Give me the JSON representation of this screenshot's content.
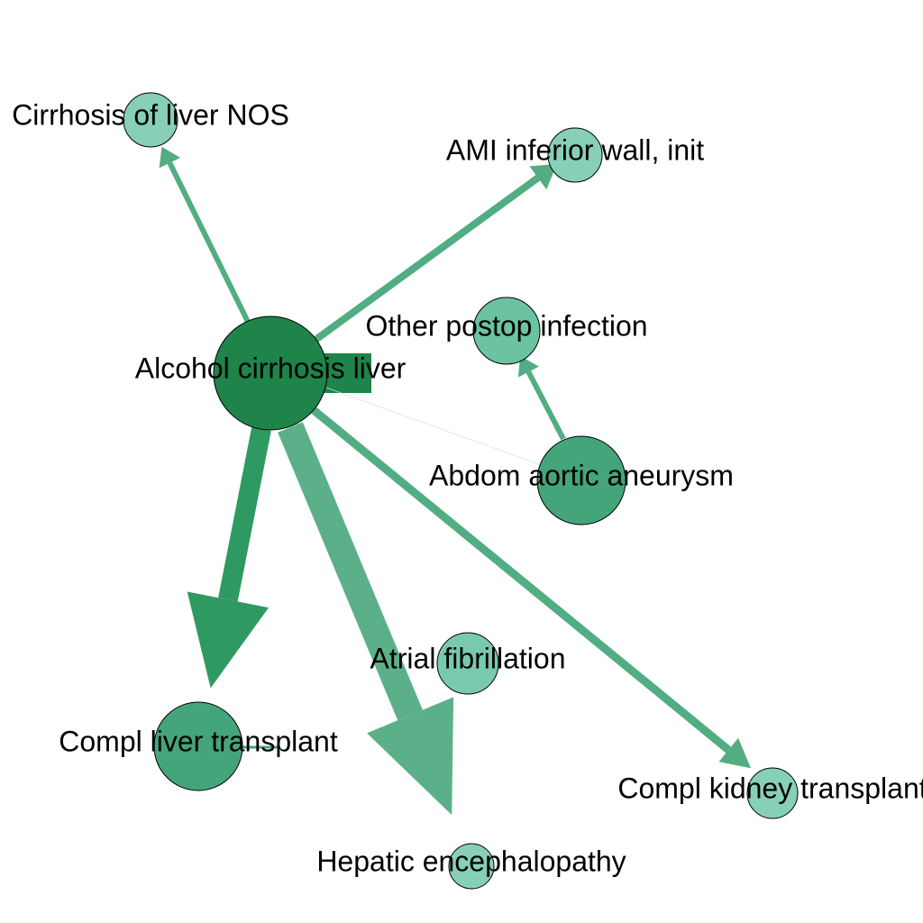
{
  "colors": {
    "dark_green": "#1e8449",
    "medium_green": "#2e9a62",
    "aneurysm_green": "#45a57a",
    "edge_green": "#52ad82",
    "light_green": "#5bb08a",
    "pale_teal": "#79c9ad",
    "paler_teal": "#87d0b7",
    "faint_edge": "#dddddd",
    "outline": "#000000"
  },
  "graph": {
    "nodes": [
      {
        "id": "alcohol",
        "label": "Alcohol cirrhosis liver",
        "color": "#1e8449"
      },
      {
        "id": "cirrhosis_nos",
        "label": "Cirrhosis of liver NOS",
        "color": "#87d0b7"
      },
      {
        "id": "ami",
        "label": "AMI inferior wall, init",
        "color": "#87d0b7"
      },
      {
        "id": "postop",
        "label": "Other postop infection",
        "color": "#6cc3a0"
      },
      {
        "id": "aneurysm",
        "label": "Abdom aortic aneurysm",
        "color": "#45a57a"
      },
      {
        "id": "afib",
        "label": "Atrial fibrillation",
        "color": "#79c9ad"
      },
      {
        "id": "liver_tx",
        "label": "Compl liver transplant",
        "color": "#45a57a"
      },
      {
        "id": "kidney_tx",
        "label": "Compl kidney transplant",
        "color": "#87d0b7"
      },
      {
        "id": "hepatic",
        "label": "Hepatic encephalopathy",
        "color": "#87d0b7"
      }
    ],
    "edges": [
      {
        "source": "alcohol",
        "target": "cirrhosis_nos",
        "color": "#52ad82"
      },
      {
        "source": "alcohol",
        "target": "ami",
        "color": "#52ad82"
      },
      {
        "source": "alcohol",
        "target": "alcohol",
        "color": "#1e8449"
      },
      {
        "source": "alcohol",
        "target": "liver_tx",
        "color": "#2e9a62"
      },
      {
        "source": "alcohol",
        "target": "hepatic",
        "color": "#5bb08a"
      },
      {
        "source": "alcohol",
        "target": "kidney_tx",
        "color": "#52ad82"
      },
      {
        "source": "alcohol",
        "target": "aneurysm",
        "color": "#dddddd"
      },
      {
        "source": "aneurysm",
        "target": "postop",
        "color": "#52ad82"
      },
      {
        "source": "liver_tx",
        "target": "liver_tx",
        "color": "#45a57a"
      }
    ]
  }
}
